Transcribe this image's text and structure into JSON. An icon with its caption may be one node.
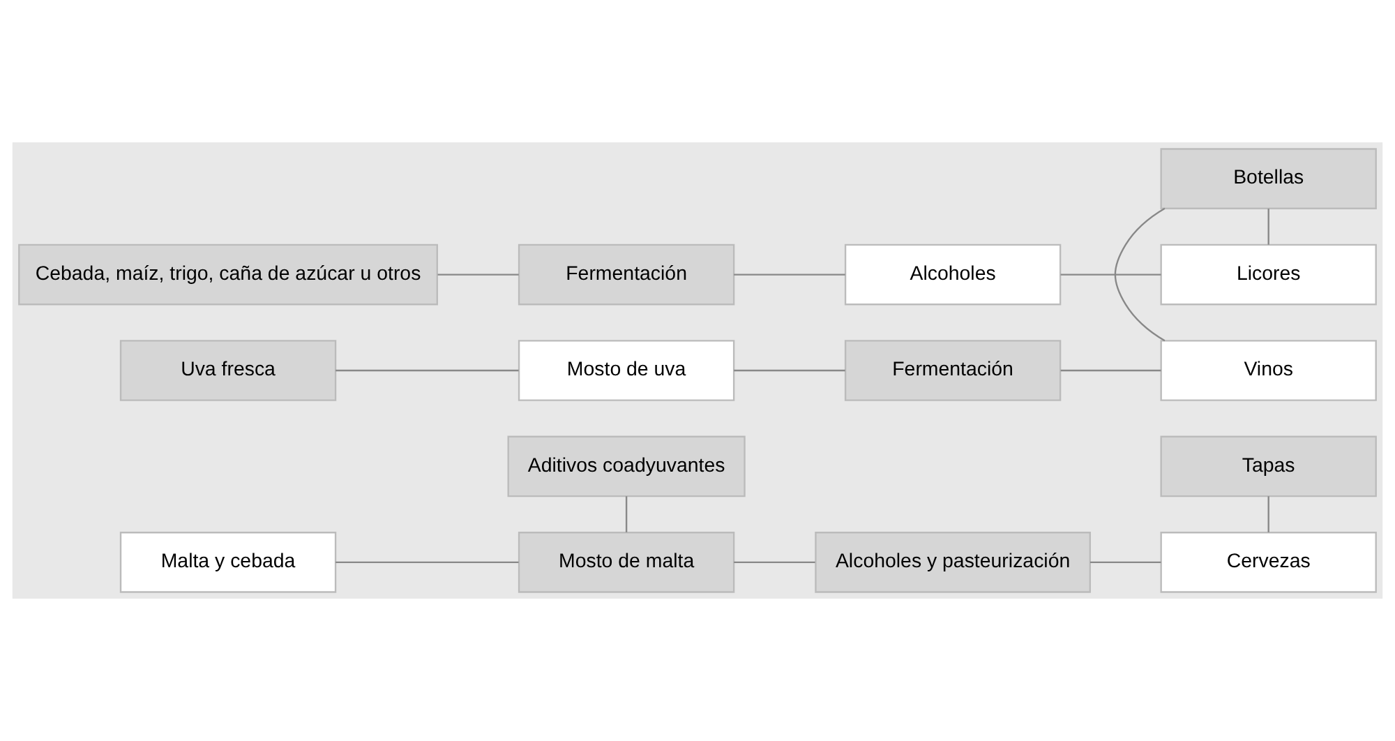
{
  "diagram": {
    "nodes": [
      {
        "text": [
          "Aditivos coadyuvantes"
        ]
      },
      {
        "text": [
          "Tapas"
        ]
      },
      {
        "text": [
          "Malta y cebada"
        ]
      },
      {
        "text": [
          "Mosto de malta"
        ]
      },
      {
        "text": [
          "Alcoholes y pasteurización"
        ]
      },
      {
        "text": [
          "Cervezas"
        ]
      },
      {
        "text": [
          "Botellas"
        ]
      },
      {
        "text": [
          "Cebada, maíz, trigo, caña de azúcar u otros"
        ]
      },
      {
        "text": [
          "Fermentación"
        ]
      },
      {
        "text": [
          "Alcoholes"
        ]
      },
      {
        "text": [
          "Licores"
        ]
      },
      {
        "text": [
          "Uva fresca"
        ]
      },
      {
        "text": [
          "Mosto de uva"
        ]
      },
      {
        "text": [
          "Fermentación"
        ]
      },
      {
        "text": [
          "Vinos"
        ]
      }
    ],
    "edges": [
      {
        "from": 0,
        "to": 3,
        "arrow": "none"
      },
      {
        "from": 2,
        "to": 3,
        "arrow": "none"
      },
      {
        "from": 3,
        "to": 4,
        "arrow": "none"
      },
      {
        "from": 4,
        "to": 5,
        "arrow": "none"
      },
      {
        "from": 1,
        "to": 5,
        "arrow": "none"
      },
      {
        "from": 6,
        "to": 10,
        "arrow": "none"
      },
      {
        "from": 7,
        "to": 8,
        "arrow": "none"
      },
      {
        "from": 8,
        "to": 9,
        "arrow": "none"
      },
      {
        "from": 9,
        "to": 10,
        "arrow": "none"
      },
      {
        "from": 11,
        "to": 12,
        "arrow": "none"
      },
      {
        "from": 12,
        "to": 13,
        "arrow": "none"
      },
      {
        "from": 13,
        "to": 14,
        "arrow": "none"
      },
      {
        "from": 6,
        "to": 14,
        "arrow": "none"
      }
    ]
  }
}
